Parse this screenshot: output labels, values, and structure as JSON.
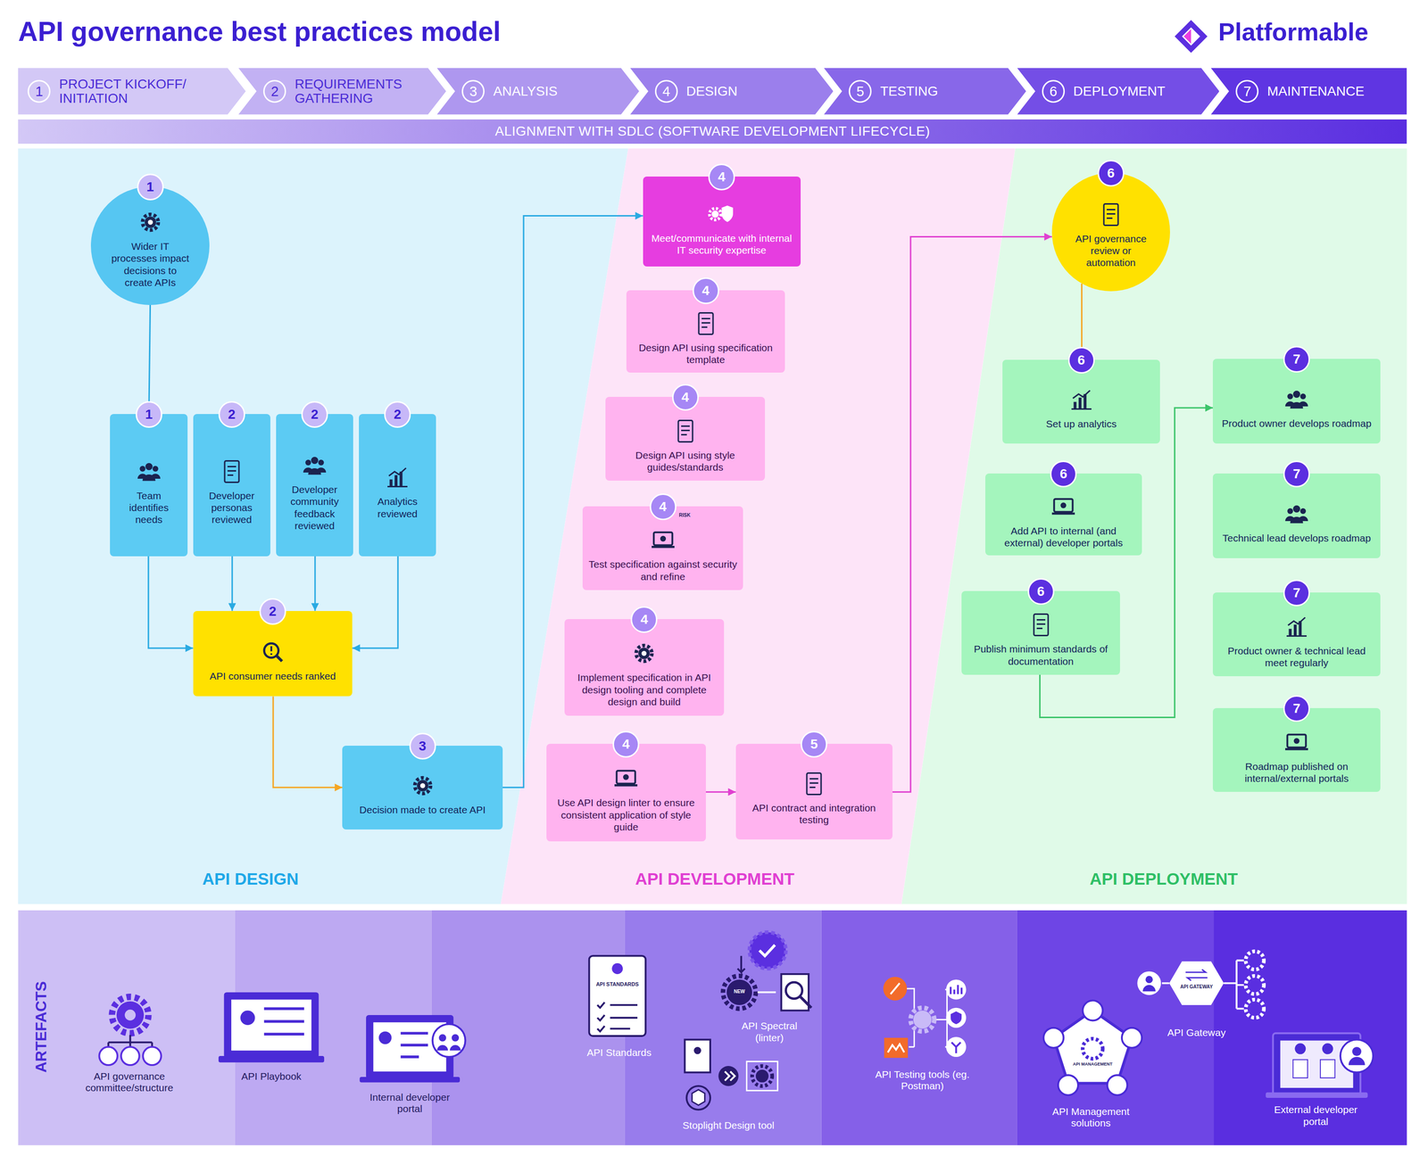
{
  "diagram": {
    "title": "API governance best practices model",
    "nodes": [
      {
        "text": [
          "1",
          "PROJECT KICKOFF/ INITIATION"
        ]
      },
      {
        "text": [
          "2",
          "REQUIREMENTS GATHERING"
        ]
      },
      {
        "text": [
          "3",
          "ANALYSIS"
        ]
      },
      {
        "text": [
          "4",
          "DESIGN"
        ]
      },
      {
        "text": [
          "5",
          "TESTING"
        ]
      },
      {
        "text": [
          "6",
          "DEPLOYMENT"
        ]
      },
      {
        "text": [
          "7",
          "MAINTENANCE"
        ]
      },
      {
        "text": [
          "ALIGNMENT WITH SDLC (SOFTWARE DEVELOPMENT LIFECYCLE)"
        ]
      },
      {
        "text": [
          "API DESIGN"
        ]
      },
      {
        "text": [
          "1",
          "Wider IT processes impact decisions to create APIs"
        ],
        "in": 8
      },
      {
        "text": [
          "1",
          "Team identifies needs"
        ],
        "in": 8
      },
      {
        "text": [
          "2",
          "Developer personas reviewed"
        ],
        "in": 8
      },
      {
        "text": [
          "2",
          "Developer community feedback reviewed"
        ],
        "in": 8
      },
      {
        "text": [
          "2",
          "Analytics reviewed"
        ],
        "in": 8
      },
      {
        "text": [
          "2",
          "API consumer needs ranked"
        ],
        "in": 8
      },
      {
        "text": [
          "3",
          "Decision made to create API"
        ],
        "in": 8
      },
      {
        "text": [
          "API DEVELOPMENT"
        ]
      },
      {
        "text": [
          "4",
          "Meet/communicate with internal IT security expertise"
        ],
        "in": 16
      },
      {
        "text": [
          "4",
          "Design API using specification template"
        ],
        "in": 16
      },
      {
        "text": [
          "4",
          "Design API using style guides/standards"
        ],
        "in": 16
      },
      {
        "text": [
          "4",
          "Test specification against security and refine"
        ],
        "in": 16
      },
      {
        "text": [
          "4",
          "Implement specification in API design tooling and complete design and build"
        ],
        "in": 16
      },
      {
        "text": [
          "4",
          "Use API design linter to ensure consistent application of style guide"
        ],
        "in": 16
      },
      {
        "text": [
          "5",
          "API contract and integration testing"
        ],
        "in": 16
      },
      {
        "text": [
          "API DEPLOYMENT"
        ]
      },
      {
        "text": [
          "6",
          "API governance review or automation"
        ],
        "in": 24
      },
      {
        "text": [
          "6",
          "Set up analytics"
        ],
        "in": 24
      },
      {
        "text": [
          "6",
          "Add API to internal (and external) developer portals"
        ],
        "in": 24
      },
      {
        "text": [
          "6",
          "Publish minimum standards of documentation"
        ],
        "in": 24
      },
      {
        "text": [
          "7",
          "Product owner develops roadmap"
        ],
        "in": 24
      },
      {
        "text": [
          "7",
          "Technical lead develops roadmap"
        ],
        "in": 24
      },
      {
        "text": [
          "7",
          "Product owner & technical lead meet regularly"
        ],
        "in": 24
      },
      {
        "text": [
          "7",
          "Roadmap published on internal/external portals"
        ],
        "in": 24
      }
    ],
    "edges": [
      {
        "from": 9,
        "to": 10,
        "arrow": "to"
      },
      {
        "from": 10,
        "to": 14,
        "arrow": "to"
      },
      {
        "from": 11,
        "to": 14,
        "arrow": "to"
      },
      {
        "from": 12,
        "to": 14,
        "arrow": "to"
      },
      {
        "from": 13,
        "to": 14,
        "arrow": "to"
      },
      {
        "from": 14,
        "to": 15,
        "arrow": "to"
      },
      {
        "from": 15,
        "to": 17,
        "arrow": "to"
      },
      {
        "from": 22,
        "to": 23,
        "arrow": "to"
      },
      {
        "from": 23,
        "to": 25,
        "arrow": "to"
      },
      {
        "from": 25,
        "to": 26,
        "arrow": "to"
      },
      {
        "from": 28,
        "to": 29,
        "arrow": "to"
      }
    ],
    "labels": [
      "Platformable",
      "ARTEFACTS",
      "API governance committee/structure",
      "API Playbook",
      "Internal developer portal",
      "API STANDARDS",
      "API Standards",
      "NEW",
      "API Spectral (linter)",
      "Stoplight Design tool",
      "API Testing tools (eg. Postman)",
      "API MANAGEMENT",
      "API Management solutions",
      "API GATEWAY",
      "API Gateway",
      "External developer portal",
      "RISK"
    ]
  }
}
